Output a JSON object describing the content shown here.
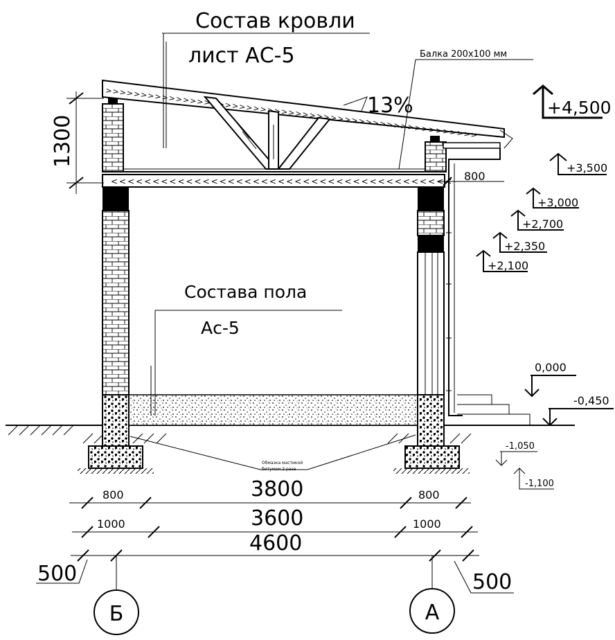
{
  "labels": {
    "roof_composition": "Состав кровли",
    "roof_sheet": "лист АС-5",
    "beam": "Балка 200х100 мм",
    "slope": "13%",
    "roof_height": "1300",
    "overhang": "800",
    "floor_composition": "Состава пола",
    "floor_sheet": "Ас-5",
    "foundation_note_1": "Обмазка мастикой",
    "foundation_note_2": "битумом 2 раза"
  },
  "elevations": [
    "+4,500",
    "+3,500",
    "+3,000",
    "+2,700",
    "+2,350",
    "+2,100",
    "0,000",
    "-0,450",
    "-1,050",
    "-1,100"
  ],
  "dimensions": {
    "row1": [
      "800",
      "3800",
      "800"
    ],
    "row2": [
      "1000",
      "3600",
      "1000"
    ],
    "row3": [
      "4600"
    ],
    "left_offset": "500",
    "right_offset": "500"
  },
  "axes": [
    "Б",
    "А"
  ]
}
